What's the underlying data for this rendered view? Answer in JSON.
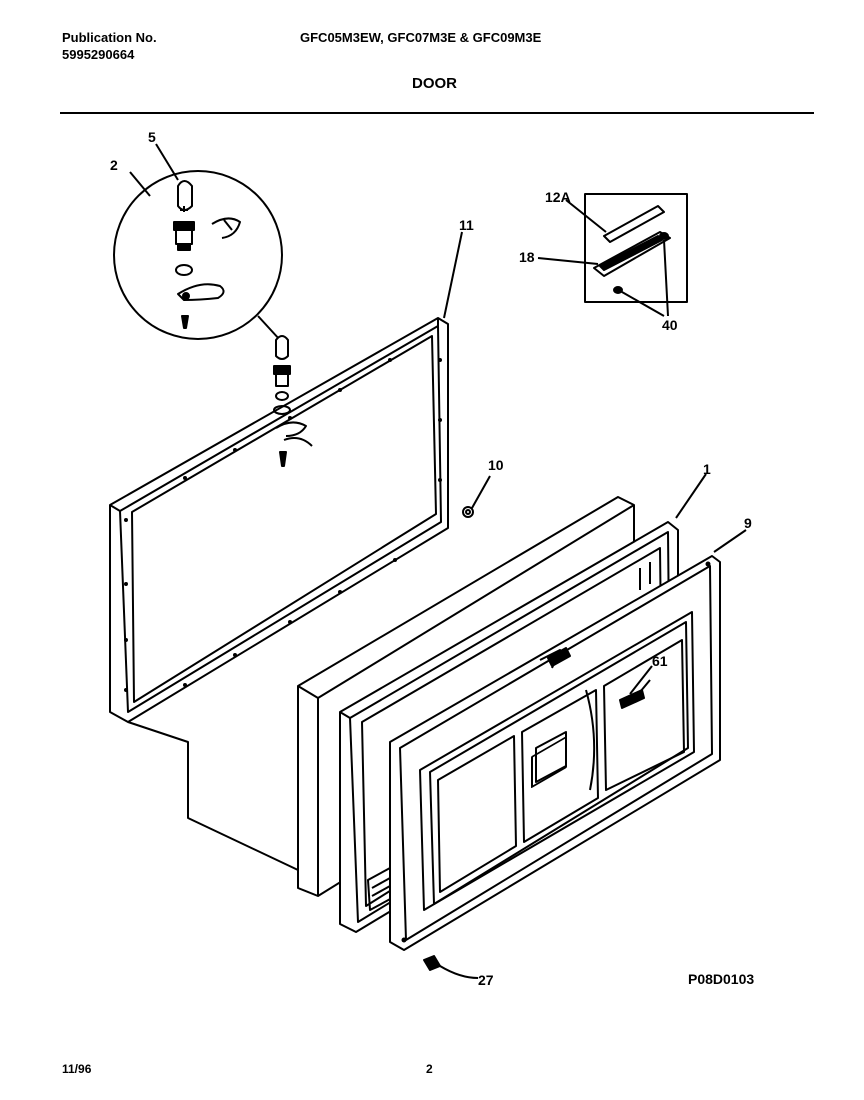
{
  "header": {
    "publication_label": "Publication No.",
    "publication_number": "5995290664",
    "models": "GFC05M3EW, GFC07M3E & GFC09M3E",
    "section_title": "DOOR"
  },
  "diagram": {
    "part_labels": [
      "5",
      "2",
      "11",
      "12A",
      "18",
      "40",
      "10",
      "1",
      "9",
      "61",
      "27"
    ],
    "drawing_code": "P08D0103"
  },
  "footer": {
    "date": "11/96",
    "page": "2"
  }
}
